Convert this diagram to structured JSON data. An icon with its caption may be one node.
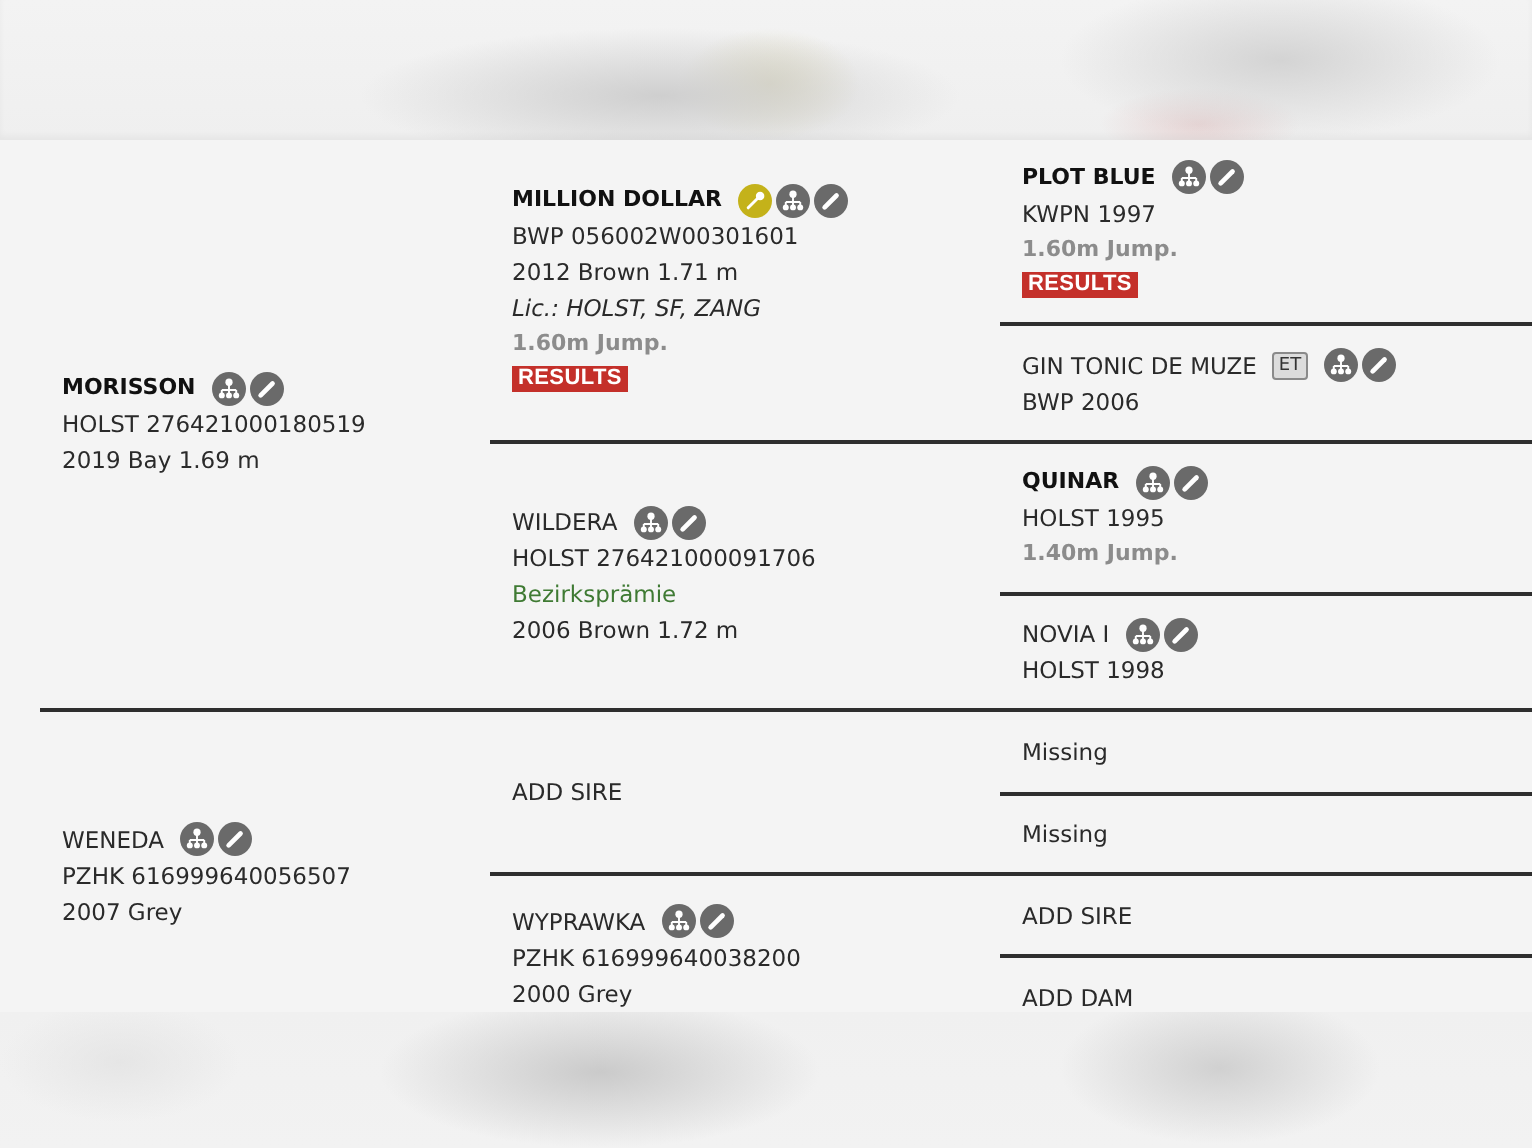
{
  "diagram": {
    "nodes": [
      {
        "text": [
          "MORISSON",
          "HOLST 276421000180519",
          "2019 Bay 1.69 m"
        ]
      },
      {
        "text": [
          "MILLION DOLLAR",
          "BWP 056002W00301601",
          "2012 Brown 1.71 m",
          "Lic.: HOLST, SF, ZANG",
          "1.60m Jump.",
          "RESULTS"
        ]
      },
      {
        "text": [
          "PLOT BLUE",
          "KWPN 1997",
          "1.60m Jump.",
          "RESULTS"
        ]
      },
      {
        "text": [
          "GIN TONIC DE MUZE",
          "ET",
          "BWP 2006"
        ]
      },
      {
        "text": [
          "WILDERA",
          "HOLST 276421000091706",
          "Bezirksprämie",
          "2006 Brown 1.72 m"
        ]
      },
      {
        "text": [
          "QUINAR",
          "HOLST 1995",
          "1.40m Jump."
        ]
      },
      {
        "text": [
          "NOVIA I",
          "HOLST 1998"
        ]
      },
      {
        "text": [
          "WENEDA",
          "PZHK 616999640056507",
          "2007 Grey"
        ]
      },
      {
        "text": [
          "ADD SIRE"
        ]
      },
      {
        "text": [
          "Missing"
        ]
      },
      {
        "text": [
          "Missing"
        ]
      },
      {
        "text": [
          "WYPRAWKA",
          "PZHK 616999640038200",
          "2000 Grey"
        ]
      },
      {
        "text": [
          "ADD SIRE"
        ]
      },
      {
        "text": [
          "ADD DAM"
        ]
      }
    ]
  }
}
